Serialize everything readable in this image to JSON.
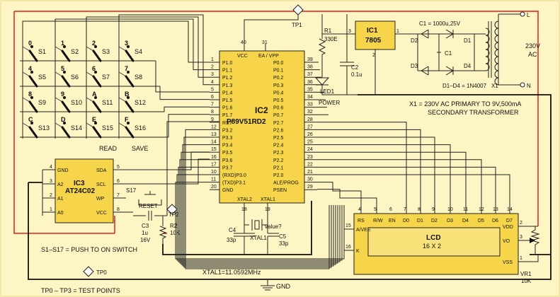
{
  "ic2": {
    "name": "IC2",
    "part": "P89V51RD2",
    "pins_left": [
      {
        "label": "P1.0",
        "num": "1"
      },
      {
        "label": "P1.1",
        "num": "2"
      },
      {
        "label": "P1.2",
        "num": "3"
      },
      {
        "label": "P1.3",
        "num": "4"
      },
      {
        "label": "P1.4",
        "num": "5"
      },
      {
        "label": "P1.5",
        "num": "6"
      },
      {
        "label": "P1.6",
        "num": "7"
      },
      {
        "label": "P1.7",
        "num": "8"
      },
      {
        "label": "RST",
        "num": "9"
      },
      {
        "label": "P3.2",
        "num": "12"
      },
      {
        "label": "P3.3",
        "num": "13"
      },
      {
        "label": "P3.4",
        "num": "14"
      },
      {
        "label": "P3.5",
        "num": "15"
      },
      {
        "label": "P3.6",
        "num": "16"
      },
      {
        "label": "P3.7",
        "num": "17"
      },
      {
        "label": "(RXD)P3.0",
        "num": "10"
      },
      {
        "label": "(TXD)P3.1",
        "num": "11"
      },
      {
        "label": "GND",
        "num": "20"
      }
    ],
    "pins_right": [
      {
        "label": "P0.0",
        "num": "39"
      },
      {
        "label": "P0.1",
        "num": "38"
      },
      {
        "label": "P0.2",
        "num": "37"
      },
      {
        "label": "P0.3",
        "num": "36"
      },
      {
        "label": "P0.4",
        "num": "35"
      },
      {
        "label": "P0.5",
        "num": "34"
      },
      {
        "label": "P0.6",
        "num": "33"
      },
      {
        "label": "P0.7",
        "num": "32"
      },
      {
        "label": "P2.7",
        "num": "28"
      },
      {
        "label": "P2.6",
        "num": "27"
      },
      {
        "label": "P2.5",
        "num": "26"
      },
      {
        "label": "P2.4",
        "num": "25"
      },
      {
        "label": "P2.3",
        "num": "24"
      },
      {
        "label": "P2.2",
        "num": "23"
      },
      {
        "label": "P2.1",
        "num": "22"
      },
      {
        "label": "P2.0",
        "num": "21"
      },
      {
        "label": "ALE/PROG",
        "num": "30"
      },
      {
        "label": "PSEN",
        "num": "29"
      }
    ],
    "top": [
      {
        "label": "VCC",
        "num": "40"
      },
      {
        "label": "EA / VPP",
        "num": "31"
      }
    ],
    "bottom": [
      {
        "label": "XTAL2",
        "num": "18"
      },
      {
        "label": "XTAL1",
        "num": "19"
      }
    ]
  },
  "ic3": {
    "name": "IC3",
    "part": "AT24C02",
    "left": [
      {
        "label": "GND",
        "num": "4"
      },
      {
        "label": "A2",
        "num": "3"
      },
      {
        "label": "A1",
        "num": "2"
      },
      {
        "label": "A0",
        "num": "1"
      }
    ],
    "right": [
      {
        "label": "SDA",
        "num": "5"
      },
      {
        "label": "SCL",
        "num": "6"
      },
      {
        "label": "WP",
        "num": "7"
      },
      {
        "label": "VCC",
        "num": "8"
      }
    ]
  },
  "ic1": {
    "name": "IC1",
    "part": "7805",
    "pins": [
      "1",
      "2",
      "3"
    ]
  },
  "switches": [
    {
      "name": "S1",
      "key": "0"
    },
    {
      "name": "S2",
      "key": "1"
    },
    {
      "name": "S3",
      "key": "2"
    },
    {
      "name": "S4",
      "key": "3"
    },
    {
      "name": "S5",
      "key": "4"
    },
    {
      "name": "S6",
      "key": "5"
    },
    {
      "name": "S7",
      "key": "6"
    },
    {
      "name": "S8",
      "key": "7"
    },
    {
      "name": "S9",
      "key": "8"
    },
    {
      "name": "S10",
      "key": "9"
    },
    {
      "name": "S11",
      "key": "A"
    },
    {
      "name": "S12",
      "key": "B"
    },
    {
      "name": "S13",
      "key": "C"
    },
    {
      "name": "S14",
      "key": "D"
    },
    {
      "name": "S15",
      "key": "E"
    },
    {
      "name": "S16",
      "key": "F"
    }
  ],
  "read_label": "READ",
  "save_label": "SAVE",
  "lcd": {
    "name": "LCD",
    "size": "16 X 2",
    "top_pins": [
      {
        "label": "RS",
        "num": "4"
      },
      {
        "label": "R/W",
        "num": "5"
      },
      {
        "label": "EN",
        "num": "6"
      },
      {
        "label": "D0",
        "num": "7"
      },
      {
        "label": "D1",
        "num": "8"
      },
      {
        "label": "D2",
        "num": "9"
      },
      {
        "label": "D3",
        "num": "10"
      },
      {
        "label": "D4",
        "num": "11"
      },
      {
        "label": "D5",
        "num": "12"
      },
      {
        "label": "D6",
        "num": "13"
      },
      {
        "label": "D7",
        "num": "14"
      }
    ],
    "left": [
      {
        "label": "A/VEE",
        "num": "15"
      },
      {
        "label": "K",
        "num": "16"
      }
    ],
    "right": [
      {
        "label": "VDD",
        "num": "2"
      },
      {
        "label": "VO",
        "num": "3"
      },
      {
        "label": "VSS",
        "num": "1"
      }
    ]
  },
  "labels": {
    "tp0": "TP0",
    "tp1": "TP1",
    "tp2": "TP2",
    "r1": "R1",
    "r1v": "330E",
    "c2": "C2",
    "c2v": "0.1u",
    "led1": "LED1",
    "power": "POWER",
    "c1": "C1 = 1000u,25V",
    "c1s": "C1",
    "d1": "D1",
    "d2": "D2",
    "d3": "D3",
    "d4": "D4",
    "diodes": "D1–D4 = 1N4007",
    "x1": "X1",
    "l": "L",
    "n": "N",
    "ac1": "230V",
    "ac2": "AC",
    "x1note1": "X1 = 230V AC PRIMARY TO 9V,500mA",
    "x1note2": "SECONDARY TRANSFORMER",
    "s17": "S17",
    "reset": "RESET",
    "c3": "C3",
    "c3v1": "1u",
    "c3v2": "16V",
    "r2": "R2",
    "r2v": "10K",
    "c4": "C4",
    "c4v": "33p",
    "c5": "C5",
    "c5v": "33p",
    "xtal": "XTAL1",
    "value": "value?",
    "vr1": "VR1",
    "vr1v": "10K",
    "gnd": "GND",
    "note1": "S1–S17 = PUSH TO ON SWITCH",
    "note2": "XTAL1=11.0592MHz",
    "note3": "TP0 – TP3 = TEST POINTS"
  }
}
